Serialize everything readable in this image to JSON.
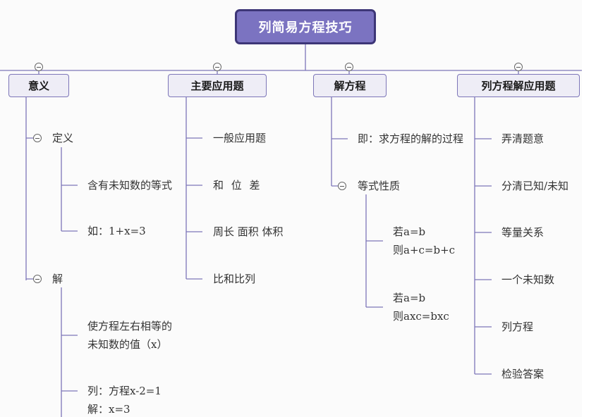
{
  "root": {
    "title": "列简易方程技巧"
  },
  "branches": {
    "meaning": {
      "label": "意义",
      "definition": {
        "label": "定义",
        "items": [
          "含有未知数的等式",
          "如：1+x=3"
        ]
      },
      "solution": {
        "label": "解",
        "items": [
          [
            "使方程左右相等的",
            "未知数的值（x）"
          ],
          [
            "列：方程x-2=1",
            "解：x=3"
          ]
        ]
      }
    },
    "applications": {
      "label": "主要应用题",
      "items": [
        "一般应用题",
        "和 位 差",
        "周长 面积 体积",
        "比和比列"
      ]
    },
    "solve": {
      "label": "解方程",
      "first": "即：求方程的解的过程",
      "property": {
        "label": "等式性质",
        "items": [
          [
            "若a=b",
            "则a+c=b+c"
          ],
          [
            "若a=b",
            "则axc=bxc"
          ]
        ]
      }
    },
    "word_problems": {
      "label": "列方程解应用题",
      "items": [
        "弄清题意",
        "分清已知/未知",
        "等量关系",
        "一个未知数",
        "列方程",
        "检验答案"
      ]
    }
  },
  "colors": {
    "root_fill": "#7b73c1",
    "root_border": "#3d3677",
    "node_fill": "#eeedf6",
    "node_border": "#7d76b8",
    "line": "#7d76b8"
  },
  "icons": {
    "collapse": "minus-circle-icon"
  }
}
